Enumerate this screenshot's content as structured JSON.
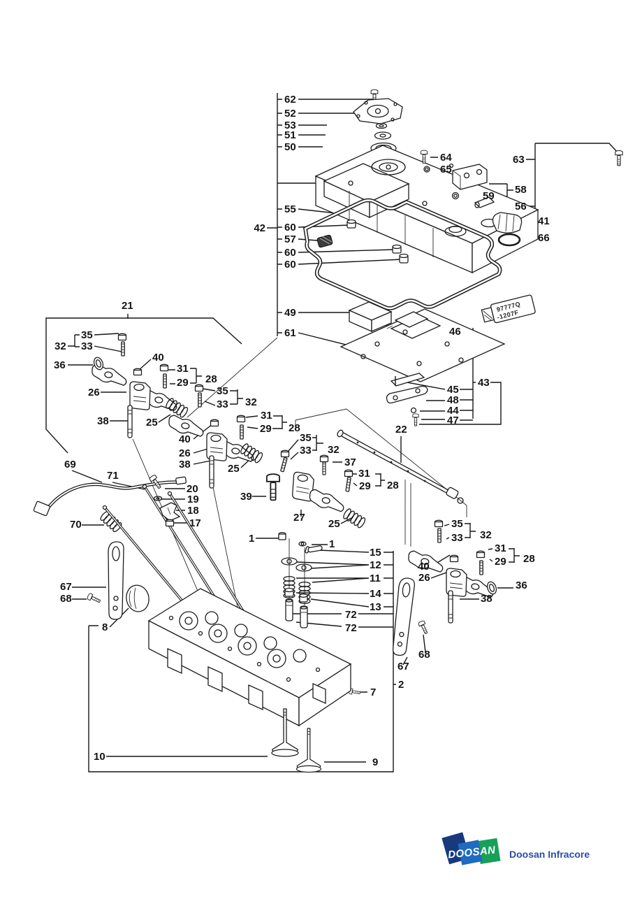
{
  "callouts": [
    {
      "label": "62"
    },
    {
      "label": "52"
    },
    {
      "label": "53"
    },
    {
      "label": "51"
    },
    {
      "label": "50"
    },
    {
      "label": "55"
    },
    {
      "label": "60"
    },
    {
      "label": "57"
    },
    {
      "label": "60"
    },
    {
      "label": "60"
    },
    {
      "label": "49"
    },
    {
      "label": "61"
    },
    {
      "label": "42"
    },
    {
      "label": "64"
    },
    {
      "label": "65"
    },
    {
      "label": "63"
    },
    {
      "label": "58"
    },
    {
      "label": "59"
    },
    {
      "label": "56"
    },
    {
      "label": "41"
    },
    {
      "label": "66"
    },
    {
      "label": "46"
    },
    {
      "label": "45"
    },
    {
      "label": "48"
    },
    {
      "label": "44"
    },
    {
      "label": "47"
    },
    {
      "label": "43"
    },
    {
      "label": "22"
    },
    {
      "label": "21"
    },
    {
      "label": "35"
    },
    {
      "label": "33"
    },
    {
      "label": "32"
    },
    {
      "label": "36"
    },
    {
      "label": "40"
    },
    {
      "label": "26"
    },
    {
      "label": "31"
    },
    {
      "label": "29"
    },
    {
      "label": "28"
    },
    {
      "label": "38"
    },
    {
      "label": "25"
    },
    {
      "label": "35"
    },
    {
      "label": "33"
    },
    {
      "label": "32"
    },
    {
      "label": "31"
    },
    {
      "label": "29"
    },
    {
      "label": "28"
    },
    {
      "label": "40"
    },
    {
      "label": "26"
    },
    {
      "label": "38"
    },
    {
      "label": "25"
    },
    {
      "label": "39"
    },
    {
      "label": "27"
    },
    {
      "label": "35"
    },
    {
      "label": "33"
    },
    {
      "label": "32"
    },
    {
      "label": "37"
    },
    {
      "label": "31"
    },
    {
      "label": "29"
    },
    {
      "label": "28"
    },
    {
      "label": "25"
    },
    {
      "label": "35"
    },
    {
      "label": "33"
    },
    {
      "label": "32"
    },
    {
      "label": "31"
    },
    {
      "label": "29"
    },
    {
      "label": "28"
    },
    {
      "label": "40"
    },
    {
      "label": "26"
    },
    {
      "label": "36"
    },
    {
      "label": "38"
    },
    {
      "label": "68"
    },
    {
      "label": "67"
    },
    {
      "label": "69"
    },
    {
      "label": "71"
    },
    {
      "label": "70"
    },
    {
      "label": "20"
    },
    {
      "label": "19"
    },
    {
      "label": "18"
    },
    {
      "label": "17"
    },
    {
      "label": "67"
    },
    {
      "label": "68"
    },
    {
      "label": "8"
    },
    {
      "label": "1"
    },
    {
      "label": "1"
    },
    {
      "label": "15"
    },
    {
      "label": "12"
    },
    {
      "label": "11"
    },
    {
      "label": "14"
    },
    {
      "label": "13"
    },
    {
      "label": "72"
    },
    {
      "label": "72"
    },
    {
      "label": "2"
    },
    {
      "label": "7"
    },
    {
      "label": "10"
    },
    {
      "label": "9"
    }
  ],
  "sealant_tube": {
    "line1": "97777Q",
    "line2": "-1207F"
  },
  "logo": {
    "wordmark": "DOOSAN",
    "company": "Doosan Infracore"
  }
}
